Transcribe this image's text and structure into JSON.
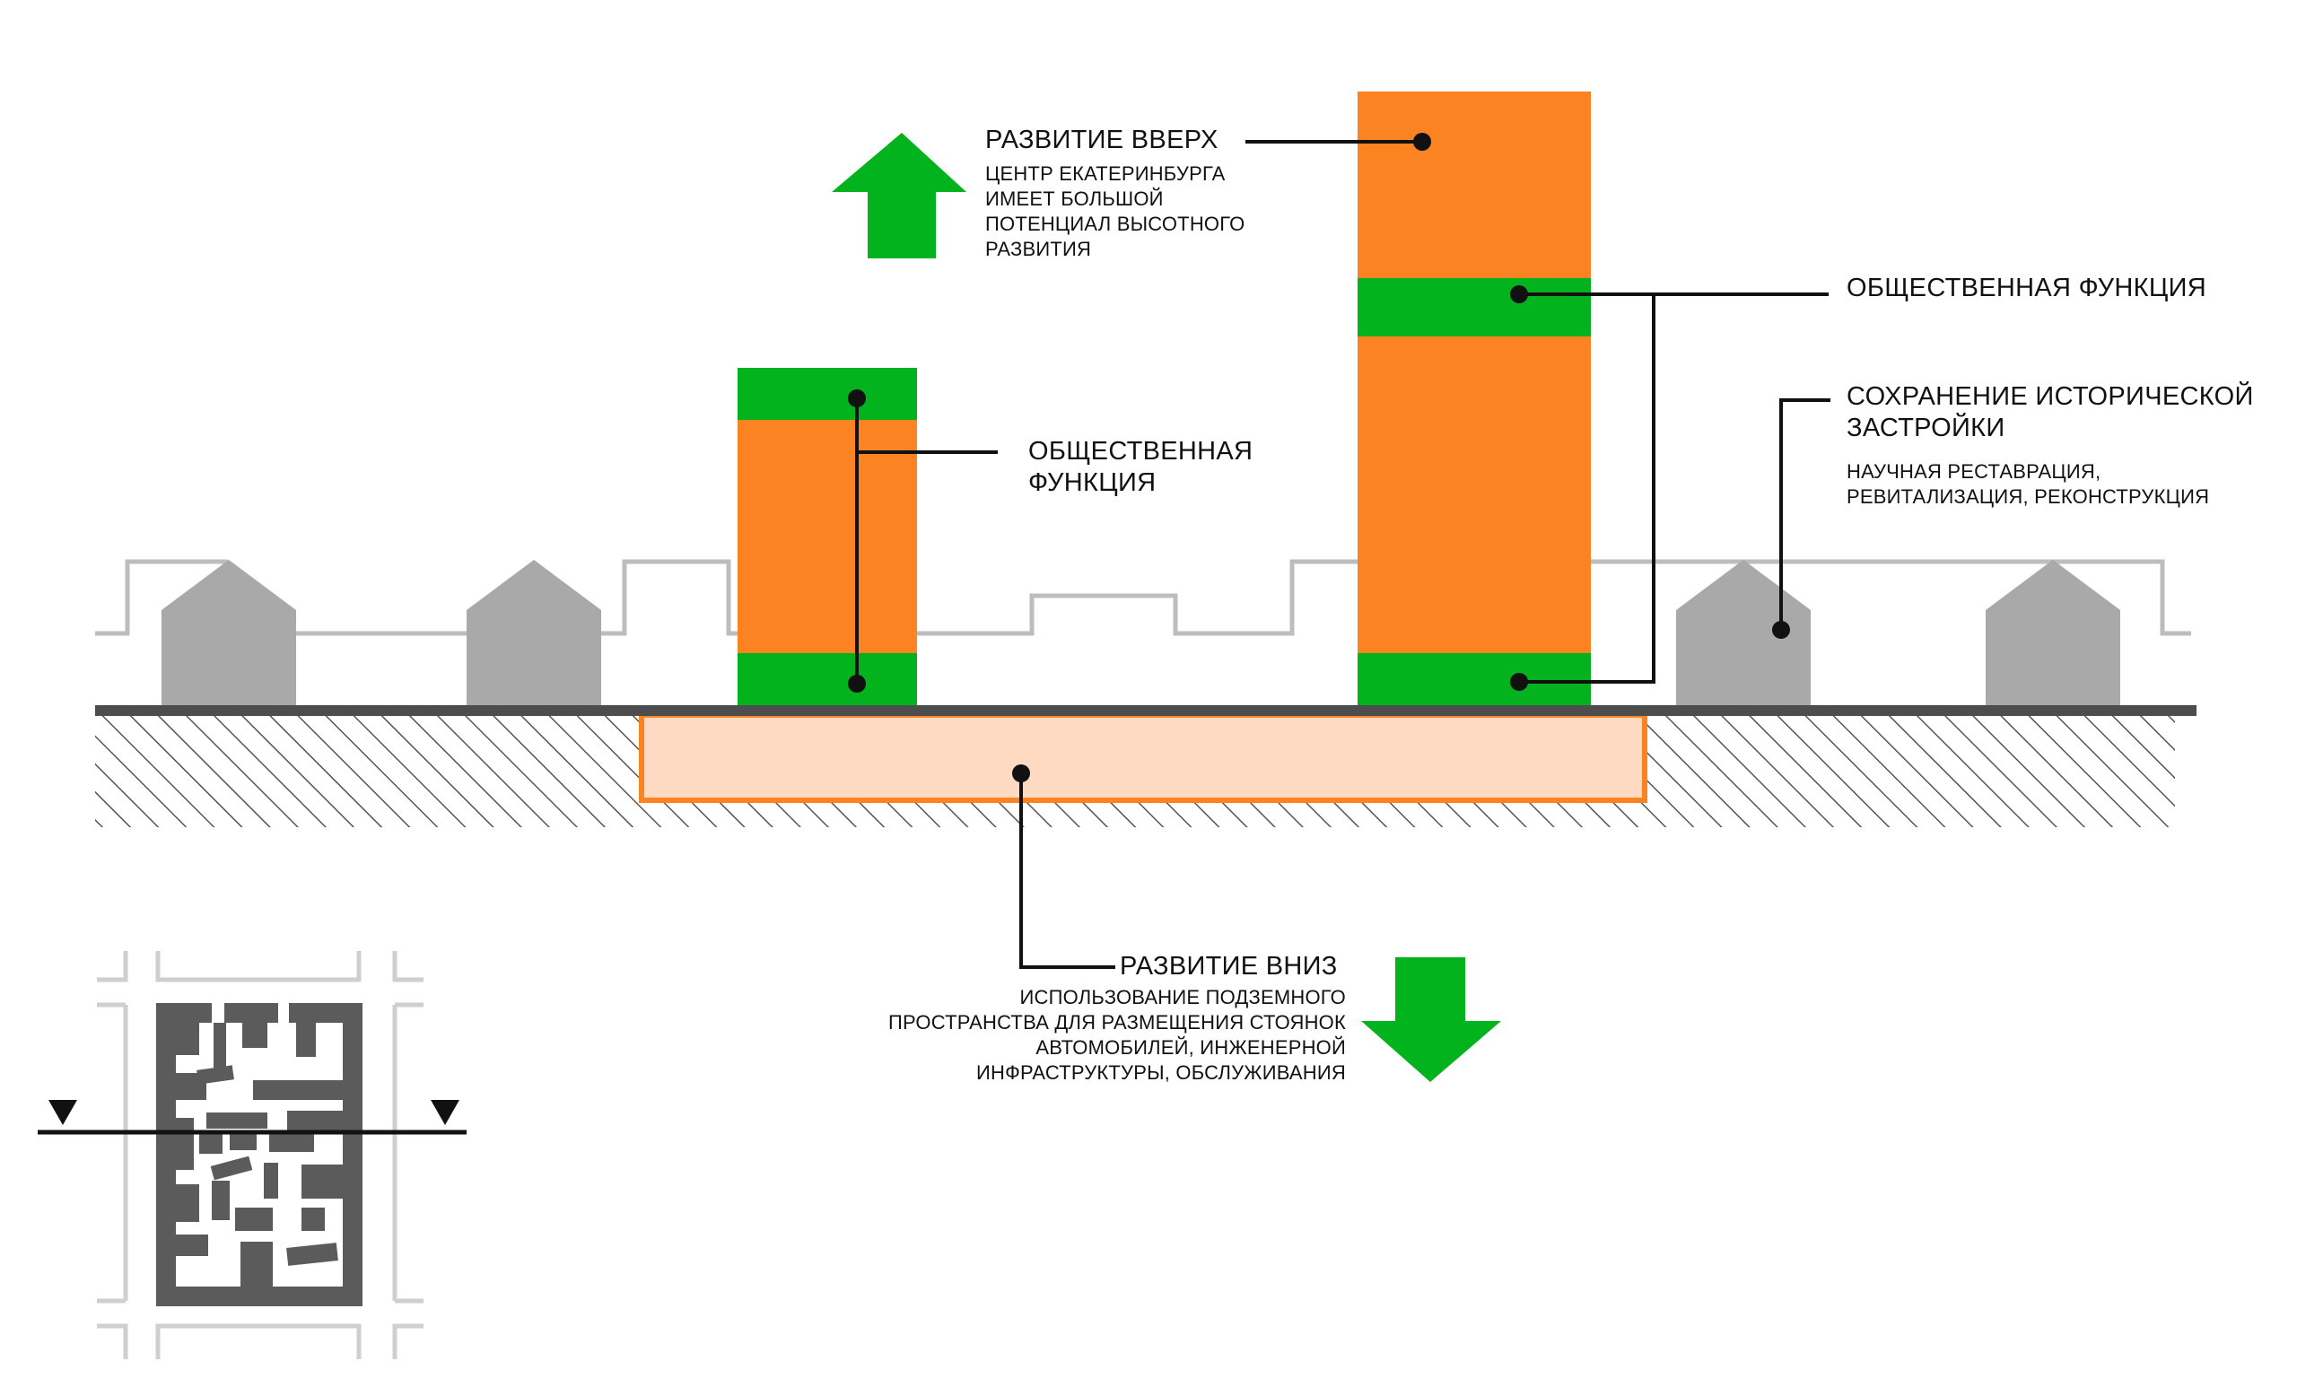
{
  "labels": {
    "up_title": "РАЗВИТИЕ ВВЕРХ",
    "up_desc": "ЦЕНТР ЕКАТЕРИНБУРГА\nИМЕЕТ БОЛЬШОЙ\nПОТЕНЦИАЛ ВЫСОТНОГО\nРАЗВИТИЯ",
    "public_small": "ОБЩЕСТВЕННАЯ\nФУНКЦИЯ",
    "public_tall": "ОБЩЕСТВЕННАЯ ФУНКЦИЯ",
    "historic_title": "СОХРАНЕНИЕ ИСТОРИЧЕСКОЙ\nЗАСТРОЙКИ",
    "historic_desc": "НАУЧНАЯ РЕСТАВРАЦИЯ,\nРЕВИТАЛИЗАЦИЯ, РЕКОНСТРУКЦИЯ",
    "down_title": "РАЗВИТИЕ ВНИЗ",
    "down_desc": "ИСПОЛЬЗОВАНИЕ ПОДЗЕМНОГО\nПРОСТРАНСТВА ДЛЯ РАЗМЕЩЕНИЯ СТОЯНОК\nАВТОМОБИЛЕЙ, ИНЖЕНЕРНОЙ\nИНФРАСТРУКТУРЫ, ОБСЛУЖИВАНИЯ"
  },
  "colors": {
    "orange": "#fb8321",
    "green": "#03b31d",
    "gray_house": "#a9a9a9",
    "outline": "#bdbdbd",
    "ground": "#4d4d4d",
    "underground_fill": "#ffdac2",
    "hatch": "#555555",
    "plan_block": "#5b5b5b",
    "plan_street": "#cfcfcf"
  }
}
